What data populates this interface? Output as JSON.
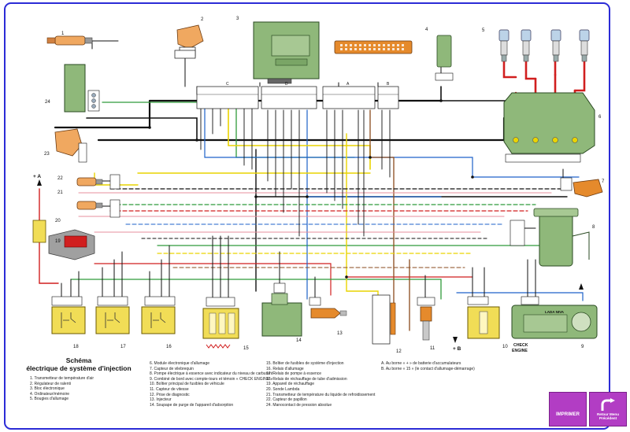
{
  "diagram": {
    "title_line1": "Schéma",
    "title_line2": "électrique de système d'injection",
    "legend_col1": [
      "1. Transmetteur de température d'air",
      "2. Régulateur de ralenti",
      "3. Bloc électronique",
      "4. Ordinateur/mémoire",
      "5. Bougies d'allumage"
    ],
    "legend_col2": [
      "6. Module électronique d'allumage",
      "7. Capteur de vilebrequin",
      "8. Pompe électrique à essence avec indicateur du niveau de carburant",
      "9. Combiné de bord avec compte-tours et témoin « CHECK ENGINE »",
      "10. Boîtier principal de fusibles de véhicule",
      "11. Capteur de vitesse",
      "12. Prise de diagnostic",
      "13. Injecteur",
      "14. Soupape de purge de l'appareil d'adsorption"
    ],
    "legend_col3": [
      "15. Boîtier de fusibles de système d'injection",
      "16. Relais d'allumage",
      "17. Relais de pompe à essence",
      "18. Relais de réchauffage de tube d'admission",
      "19. Appareil de réchauffage",
      "20. Sonde Lambda",
      "21. Transmetteur de température du liquide de refroidissement",
      "22. Capteur de papillon",
      "24. Manocontact de pression absolue"
    ],
    "legend_col4": [
      "A. Au borne « + » de batterie d'accumulateurs",
      "B. Au borne « 15 » (le contact d'allumage-démarrage)"
    ],
    "component_numbers": [
      "1",
      "2",
      "3",
      "4",
      "5",
      "6",
      "7",
      "8",
      "9",
      "10",
      "11",
      "12",
      "13",
      "14",
      "15",
      "16",
      "17",
      "18",
      "19",
      "20",
      "21",
      "22",
      "23",
      "24"
    ],
    "connector_letters": [
      "A",
      "B",
      "C",
      "D"
    ],
    "plus_a": "+ A",
    "plus_b": "+ B",
    "check_engine_line1": "CHECK",
    "check_engine_line2": "ENGINE",
    "cluster_brand": "LADA NIVA"
  },
  "buttons": {
    "print_label": "IMPRIMER",
    "back_label_line1": "Retour Menu",
    "back_label_line2": "Précédent"
  },
  "colors": {
    "border": "#2b2bd6",
    "red": "#d11f1f",
    "green": "#2f9a3a",
    "blue": "#1d62c9",
    "yellow": "#e9d400",
    "brown": "#8a4a1c",
    "pink": "#e78f9e",
    "orange": "#e58a2c",
    "component_green": "#8fb87a",
    "relay_yellow": "#f1dd56",
    "button_purple": "#b23dc4"
  }
}
